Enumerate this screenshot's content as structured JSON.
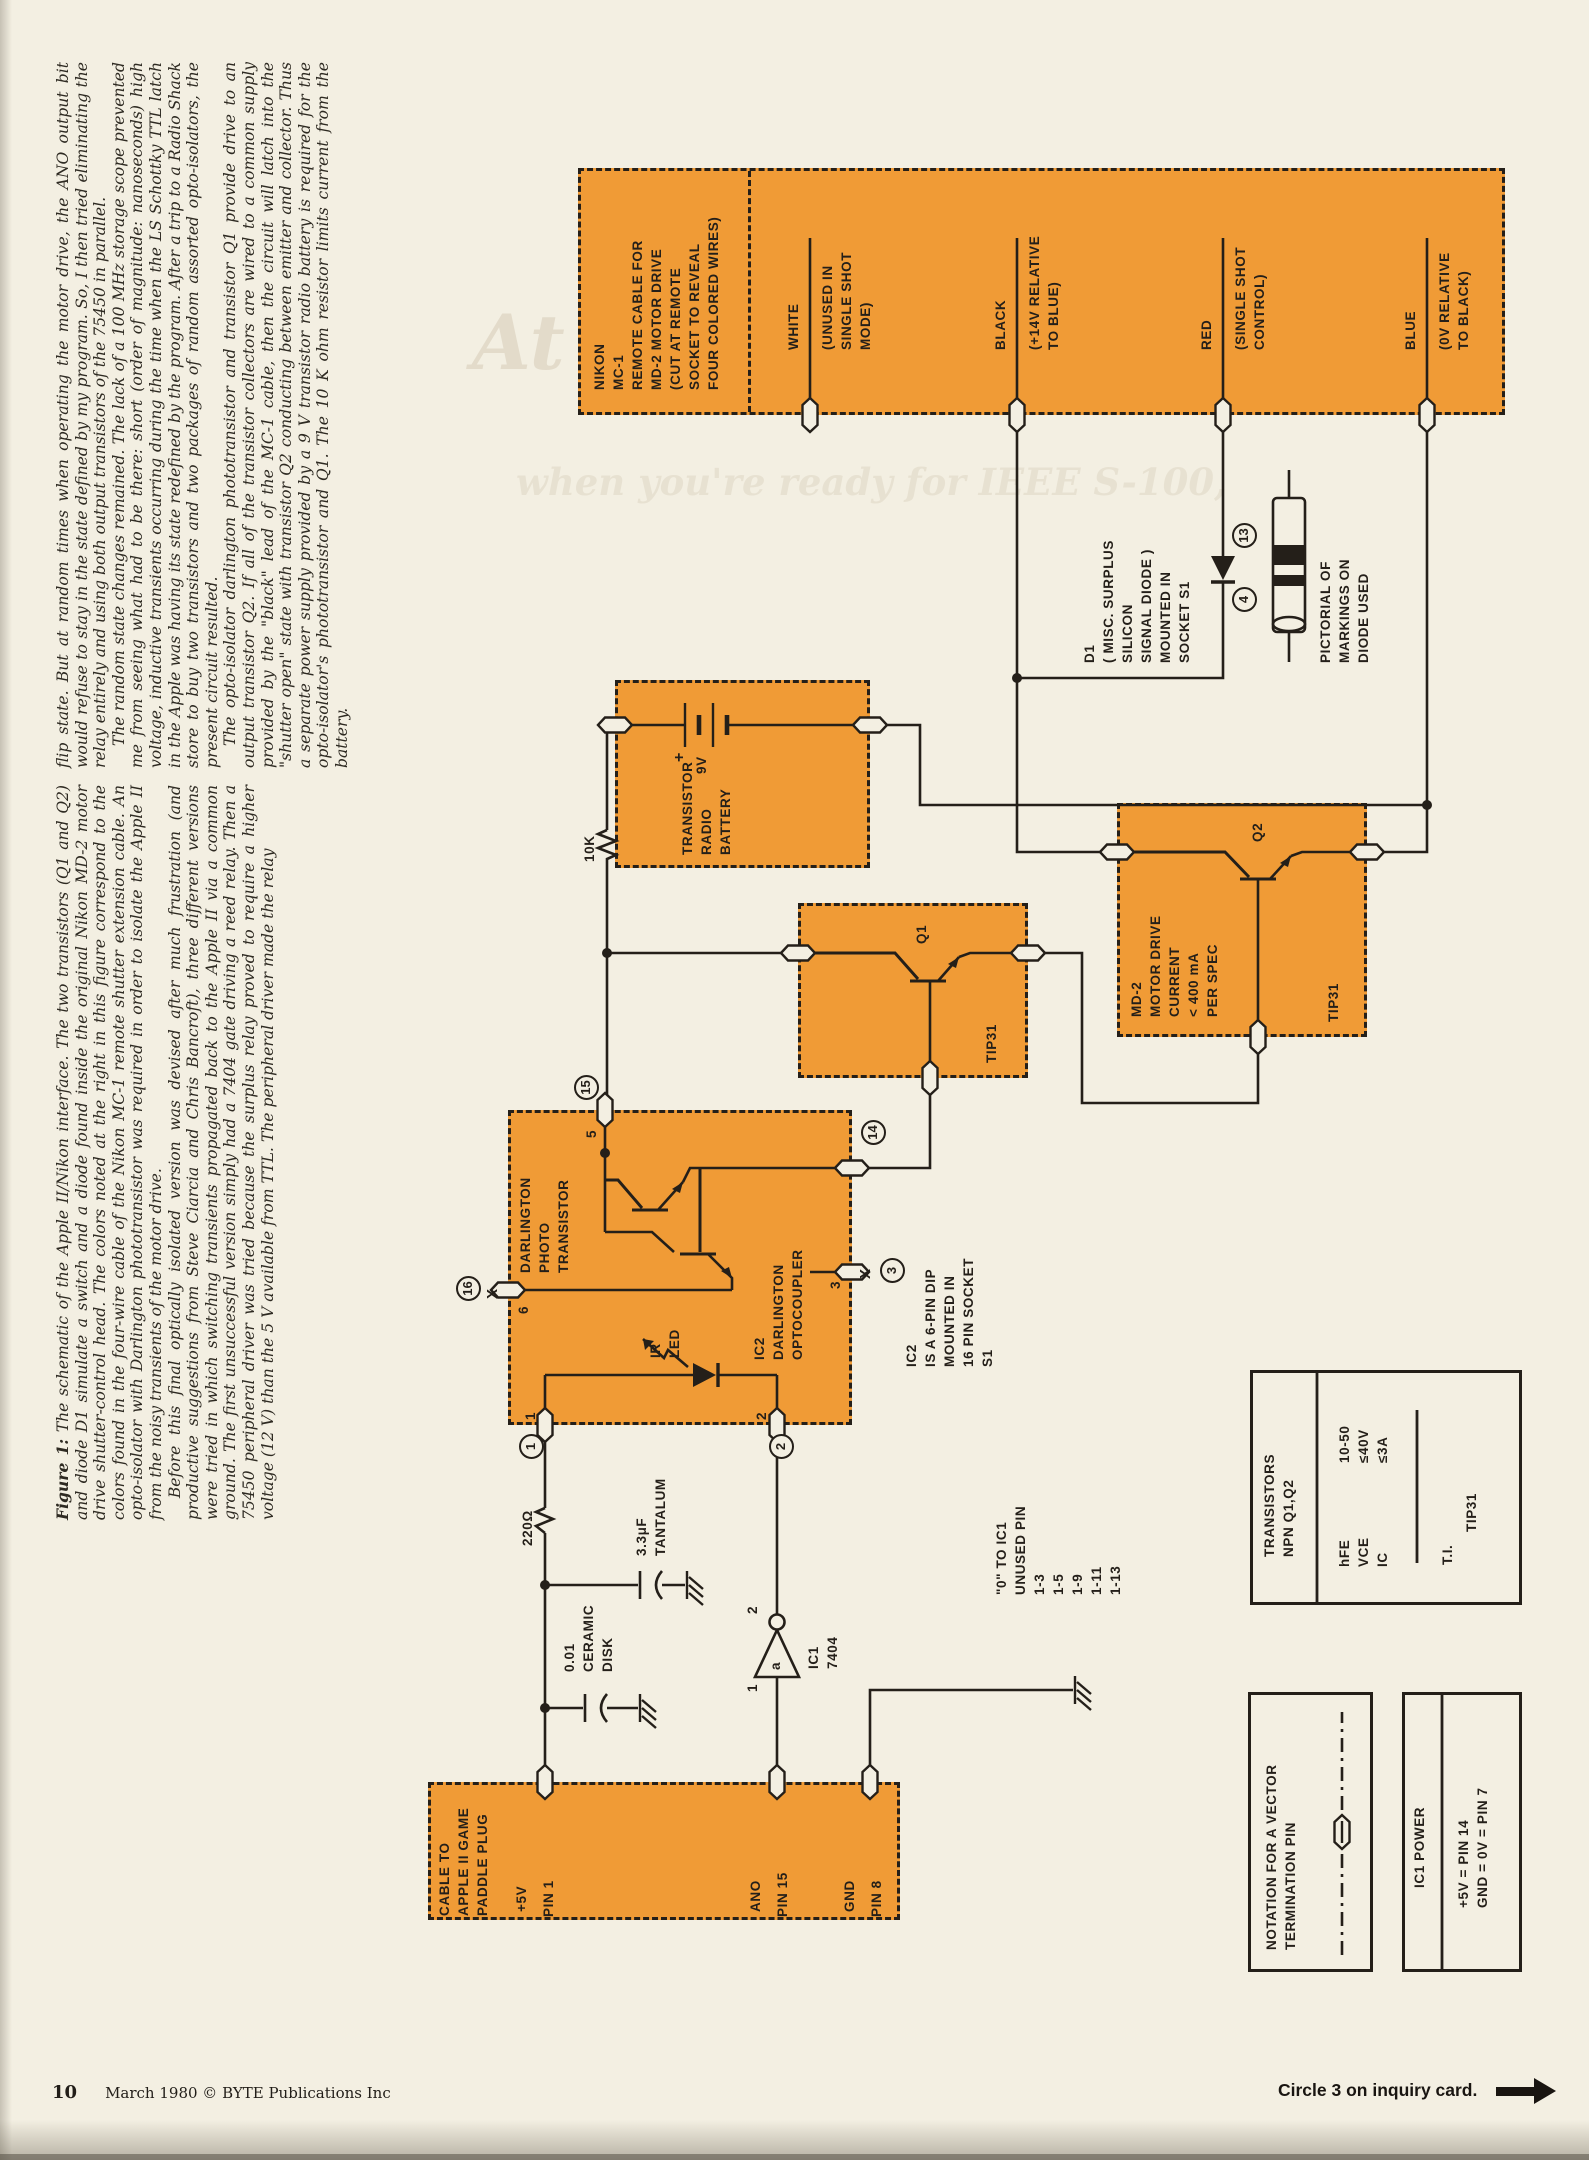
{
  "page": {
    "page_number": "10",
    "footer_left": "March 1980 © BYTE Publications Inc",
    "footer_right": "Circle 3 on inquiry card.",
    "colors": {
      "paper": "#f3efe2",
      "orange": "#f09b36",
      "ink": "#241f19"
    }
  },
  "bleed_through": {
    "line1": "At Intersystems,",
    "line2": "when you're ready for IEEE S-100,"
  },
  "caption": {
    "label": "Figure 1:",
    "p1": "The schematic of the Apple II/Nikon interface. The two transistors (Q1 and Q2) and diode D1 simulate a switch and a diode found inside the original Nikon MD-2 motor drive shutter-control head. The colors noted at the right in this figure correspond to the colors found in the four-wire cable of the Nikon MC-1 remote shutter extension cable. An opto-isolator with Darlington phototransistor was required in order to isolate the Apple II from the noisy transients of the motor drive.",
    "p2": "Before this final optically isolated version was devised after much frustration (and productive suggestions from Steve Ciarcia and Chris Bancroft), three different versions were tried in which switching transients propagated back to the Apple II via a common ground. The first unsuccessful version simply had a 7404 gate driving a reed relay. Then a 75450 peripheral driver was tried because the surplus relay proved to require a higher voltage (12 V) than the 5 V available from TTL. The peripheral driver made the relay"
  },
  "article": {
    "p1": "flip state. But at random times when operating the motor drive, the ANO output bit would refuse to stay in the state defined by my program. So, I then tried eliminating the relay entirely and using both output transistors of the 75450 in parallel.",
    "p2": "The random state changes remained. The lack of a 100 MHz storage scope prevented me from seeing what had to be there: short (order of magnitude: nanoseconds) high voltage, inductive transients occurring during the time when the LS Schottky TTL latch in the Apple was having its state redefined by the program. After a trip to a Radio Shack store to buy two transistors and two packages of random assorted opto-isolators, the present circuit resulted.",
    "p3": "The opto-isolator darlington phototransistor and transistor Q1 provide drive to an output transistor Q2. If all of the transistor collectors are wired to a common supply provided by the \"black\" lead of the MC-1 cable, then the circuit will latch into the \"shutter open\" state with transistor Q2 conducting between emitter and collector. Thus a separate power supply provided by a 9 V transistor radio battery is required for the opto-isolator's phototransistor and Q1. The 10 K ohm resistor limits current from the battery."
  },
  "schematic": {
    "nikon_block": "NIKON\nMC-1\nREMOTE CABLE FOR\nMD-2 MOTOR DRIVE\n(CUT AT REMOTE\nSOCKET TO REVEAL\nFOUR COLORED WIRES)",
    "wire_white": "WHITE",
    "wire_white_note": "(UNUSED IN\nSINGLE SHOT\nMODE)",
    "wire_black": "BLACK",
    "wire_black_note": "(+14V RELATIVE\nTO BLUE)",
    "wire_red": "RED",
    "wire_red_note": "(SINGLE SHOT\nCONTROL)",
    "wire_blue": "BLUE",
    "wire_blue_note": "(0V RELATIVE\nTO BLACK)",
    "d1_note": "D1\n( MISC. SURPLUS\nSILICON\nSIGNAL DIODE )\nMOUNTED IN\nSOCKET S1",
    "pictorial_note": "PICTORIAL OF\nMARKINGS ON\nDIODE USED",
    "battery_label": "TRANSISTOR\nRADIO\nBATTERY",
    "battery_plus": "+",
    "battery_volts": "9V",
    "resistor_10k": "10K",
    "resistor_220": "220Ω",
    "cap_tantalum": "3.3μF\nTANTALUM",
    "cap_ceramic": "0.01\nCERAMIC\nDISK",
    "q1_label": "Q1",
    "q1_part": "TIP31",
    "md2_block": "MD-2\nMOTOR DRIVE\nCURRENT\n< 400 mA\nPER SPEC",
    "q2_label": "Q2",
    "q2_part": "TIP31",
    "opto_photo": "DARLINGTON\nPHOTO\nTRANSISTOR",
    "opto_ic2": "IC2\nDARLINGTON\nOPTOCOUPLER",
    "ir_led": "IR\nLED",
    "ic2_note": "IC2\nIS A 6-PIN DIP\nMOUNTED IN\n16 PIN SOCKET\nS1",
    "zero_note": "\"0\" TO IC1\nUNUSED PIN\n1-3\n1-5\n1-9\n1-11\n1-13",
    "ic1_gate": "IC1\n7404",
    "gate_letter": "a",
    "cable_block": "CABLE TO\nAPPLE II GAME\nPADDLE PLUG",
    "cable_5v": "+5V",
    "cable_pin1": "PIN 1",
    "cable_ano": "ANO",
    "cable_pin15": "PIN 15",
    "cable_gnd": "GND",
    "cable_pin8": "PIN 8",
    "pin_numbers": {
      "n1": "1",
      "n2": "2",
      "n3": "3",
      "n5": "5",
      "n6": "6",
      "ic1_in": "1",
      "ic1_out": "2"
    },
    "circled": {
      "c1": "1",
      "c2": "2",
      "c3": "3",
      "c4": "4",
      "c13": "13",
      "c14": "14",
      "c15": "15",
      "c16": "16"
    },
    "x_mark": "X",
    "transistor_table": {
      "title": "TRANSISTORS\nNPN Q1,Q2",
      "params": "hFE\nVCE\nIC",
      "values": "10-50\n≤40V\n≤3A",
      "mfr": "T.I.",
      "part": "TIP31"
    },
    "notation_box": "NOTATION FOR A VECTOR\nTERMINATION PIN",
    "ic1_power_title": "IC1 POWER",
    "ic1_power_pins": "+5V = PIN 14\nGND = 0V = PIN 7"
  }
}
